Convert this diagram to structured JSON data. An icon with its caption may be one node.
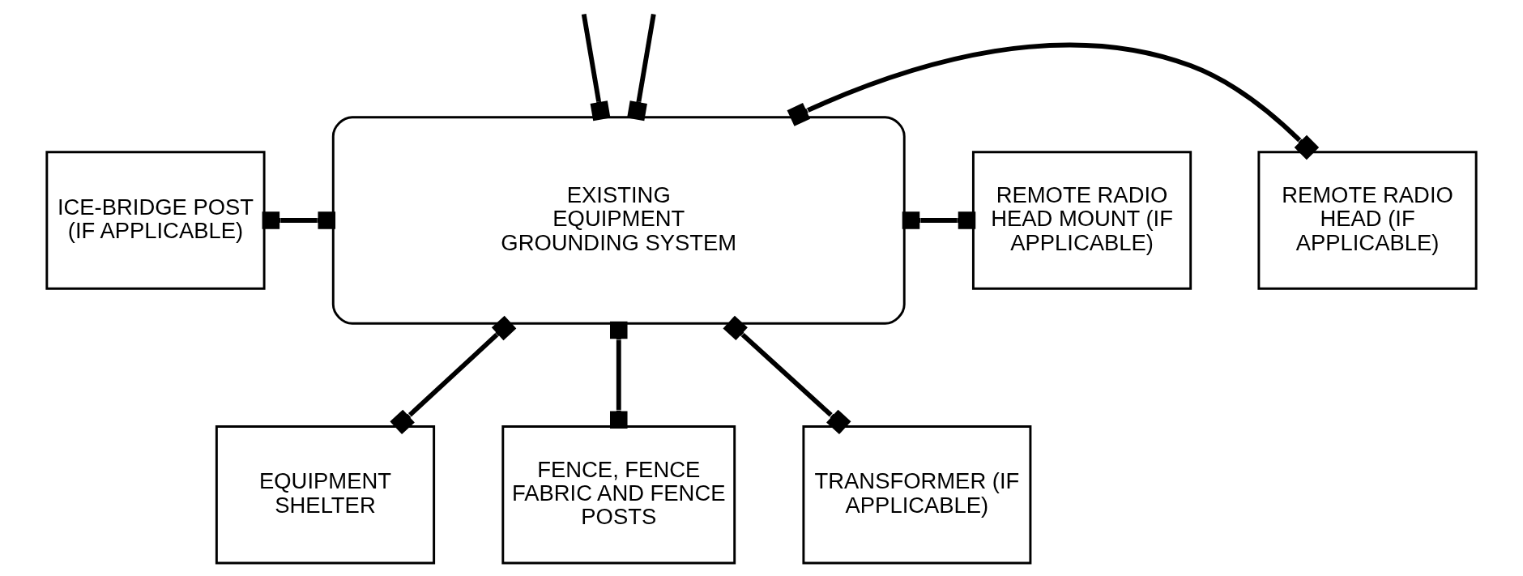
{
  "diagram": {
    "nodes": [
      {
        "text": [
          "EXISTING EQUIPMENT GROUNDING SYSTEM"
        ]
      },
      {
        "text": [
          "ICE-BRIDGE POST (IF APPLICABLE)"
        ]
      },
      {
        "text": [
          "REMOTE RADIO HEAD (IF APPLICABLE)"
        ]
      },
      {
        "text": [
          "REMOTE RADIO HEAD MOUNT (IF APPLICABLE)"
        ]
      },
      {
        "text": [
          "EQUIPMENT SHELTER"
        ]
      },
      {
        "text": [
          "FENCE, FENCE FABRIC AND FENCE POSTS"
        ]
      },
      {
        "text": [
          "TRANSFORMER (IF APPLICABLE)"
        ]
      }
    ],
    "edges": [
      {
        "from": 0,
        "to": null,
        "arrow": "other"
      },
      {
        "from": 0,
        "to": null,
        "arrow": "other"
      },
      {
        "from": 1,
        "to": 0,
        "arrow": "other"
      },
      {
        "from": 0,
        "to": 2,
        "arrow": "other"
      },
      {
        "from": 0,
        "to": 3,
        "arrow": "other"
      },
      {
        "from": 0,
        "to": 4,
        "arrow": "other"
      },
      {
        "from": 0,
        "to": 5,
        "arrow": "other"
      },
      {
        "from": 0,
        "to": 6,
        "arrow": "other"
      }
    ]
  }
}
